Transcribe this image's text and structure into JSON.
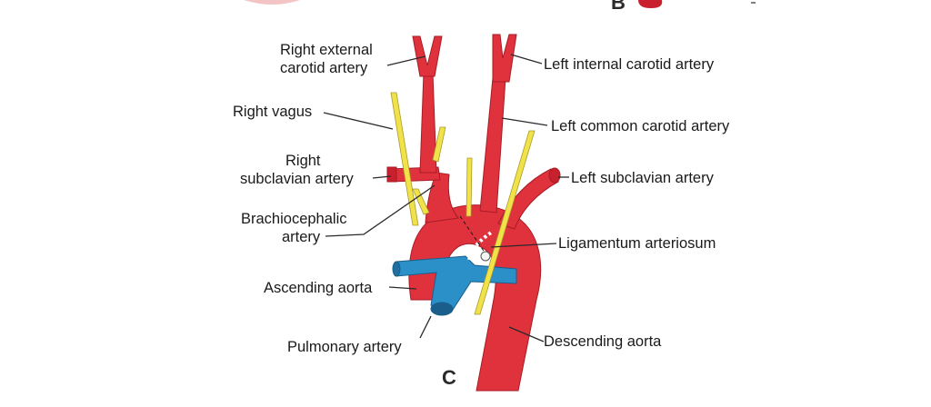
{
  "panel_letter": "C",
  "top_fragment_letter": "B",
  "labels": {
    "right_external_carotid_1": "Right external",
    "right_external_carotid_2": "carotid artery",
    "right_vagus": "Right vagus",
    "right_subclavian_1": "Right",
    "right_subclavian_2": "subclavian artery",
    "brachiocephalic_1": "Brachiocephalic",
    "brachiocephalic_2": "artery",
    "ascending_aorta": "Ascending aorta",
    "pulmonary_artery": "Pulmonary artery",
    "left_internal_carotid": "Left internal carotid artery",
    "left_common_carotid": "Left common carotid artery",
    "left_subclavian": "Left subclavian artery",
    "ligamentum_arteriosum": "Ligamentum arteriosum",
    "descending_aorta": "Descending aorta"
  },
  "colors": {
    "artery": "#e0323c",
    "artery_dark": "#a81c26",
    "pulmonary": "#2b8fc8",
    "pulmonary_dark": "#1a5f8c",
    "nerve": "#f2e24a",
    "nerve_edge": "#a89a2a"
  }
}
